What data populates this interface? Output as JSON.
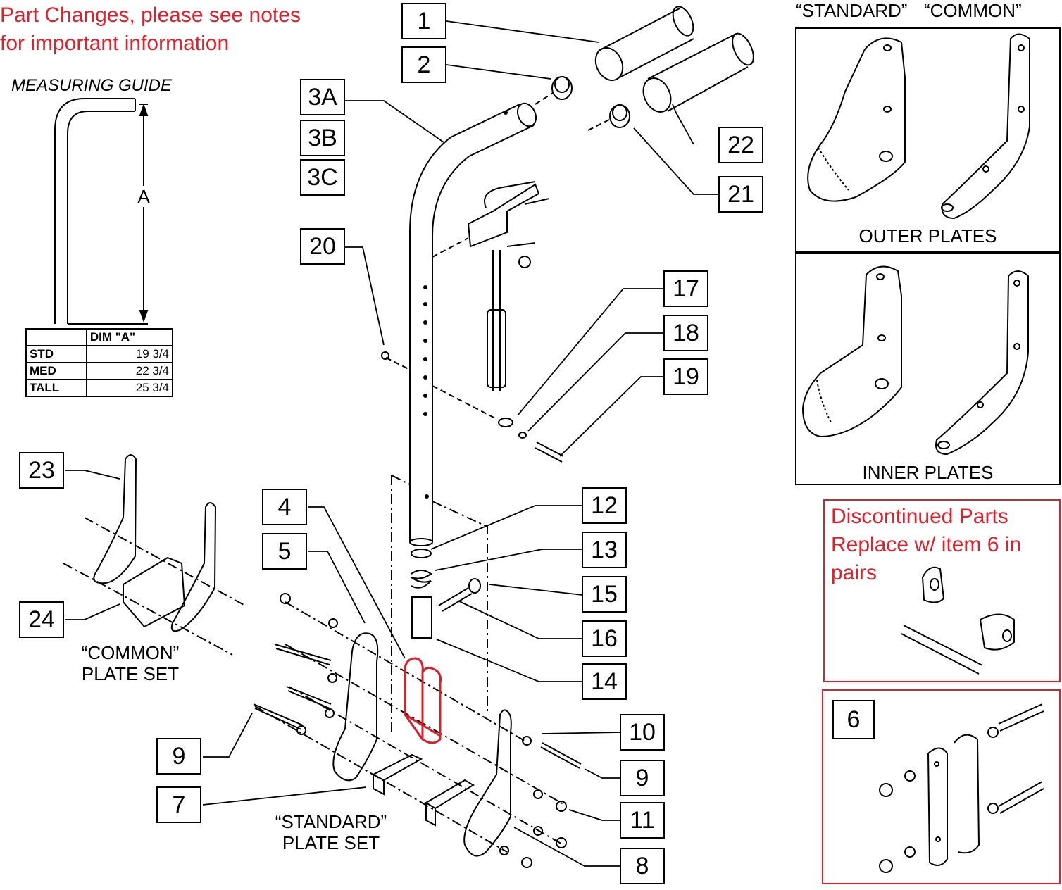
{
  "notes": {
    "part_changes": [
      "Part Changes, please see notes",
      "for important information"
    ],
    "discontinued": [
      "Discontinued Parts",
      "Replace w/ item 6 in",
      "pairs"
    ]
  },
  "measuring_guide": {
    "title": "MEASURING GUIDE",
    "dim_letter": "A",
    "table": {
      "header": [
        "",
        "DIM \"A\""
      ],
      "rows": [
        {
          "size": "STD",
          "value": "19 3/4"
        },
        {
          "size": "MED",
          "value": "22 3/4"
        },
        {
          "size": "TALL",
          "value": "25 3/4"
        }
      ]
    }
  },
  "plates_panel": {
    "header_standard": "“STANDARD”",
    "header_common": "“COMMON”",
    "outer_label": "OUTER PLATES",
    "inner_label": "INNER PLATES"
  },
  "plate_set_labels": {
    "common": [
      "“COMMON”",
      "PLATE SET"
    ],
    "standard": [
      "“STANDARD”",
      "PLATE SET"
    ]
  },
  "callouts": [
    "1",
    "2",
    "3A",
    "3B",
    "3C",
    "20",
    "17",
    "18",
    "19",
    "12",
    "13",
    "15",
    "16",
    "14",
    "4",
    "5",
    "10",
    "9",
    "11",
    "8",
    "7",
    "9",
    "23",
    "24",
    "22",
    "21",
    "6"
  ],
  "colors": {
    "note_red": "#e0202a",
    "highlight_red": "#d8202a",
    "line": "#000000"
  }
}
